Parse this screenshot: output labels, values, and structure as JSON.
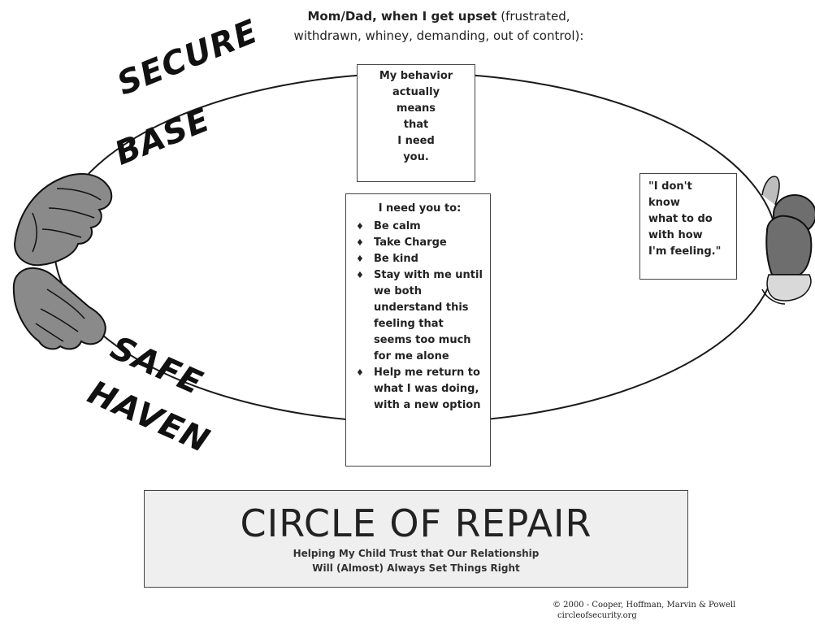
{
  "header": {
    "bold_part": "Mom/Dad, when I get upset",
    "rest_part": " (frustrated,",
    "line2": "withdrawn, whiney, demanding, out of control):"
  },
  "labels": {
    "secure": "SECURE",
    "base": "BASE",
    "safe": "SAFE",
    "haven": "HAVEN"
  },
  "top_box": {
    "lines": [
      "My behavior",
      "actually",
      "means",
      "that",
      "I need",
      "you."
    ]
  },
  "needs_box": {
    "intro": "I need you to:",
    "bullet_glyph": "♦",
    "items": [
      "Be calm",
      "Take Charge",
      "Be kind",
      "Stay with me until we both understand this feeling that seems too much for me alone",
      "Help me return to what I was doing, with a new option"
    ]
  },
  "child_box": {
    "lines": [
      "\"I don't",
      "know",
      "what to do",
      "with how",
      "I'm feeling.\""
    ]
  },
  "title_box": {
    "title": "CIRCLE OF REPAIR",
    "subtitle_line1": "Helping My Child Trust that Our Relationship",
    "subtitle_line2": "Will (Almost) Always Set Things Right"
  },
  "copyright": {
    "line1": "© 2000 - Cooper, Hoffman, Marvin & Powell",
    "line2": "circleofsecurity.org"
  },
  "icons": {
    "hand_top": "open-hand-palm-up-icon",
    "hand_bottom": "cupped-hand-icon",
    "child": "child-figure-icon"
  },
  "colors": {
    "ink": "#1a1a1a",
    "hand_fill": "#8a8a8a",
    "child_fill": "#6e6e6e",
    "title_bg": "#efefef"
  }
}
